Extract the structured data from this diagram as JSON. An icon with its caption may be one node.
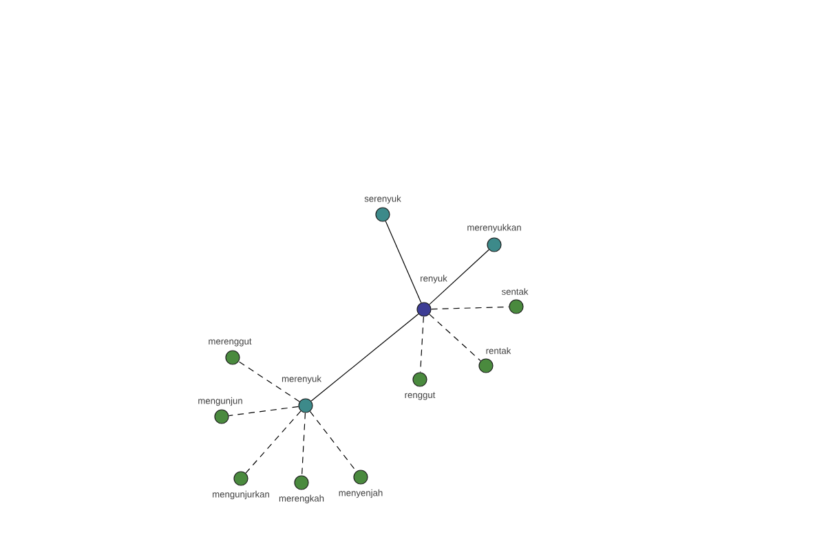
{
  "diagram": {
    "nodes": [
      {
        "text": [
          "renyuk"
        ]
      },
      {
        "text": [
          "serenyuk"
        ]
      },
      {
        "text": [
          "merenyukkan"
        ]
      },
      {
        "text": [
          "sentak"
        ]
      },
      {
        "text": [
          "rentak"
        ]
      },
      {
        "text": [
          "renggut"
        ]
      },
      {
        "text": [
          "merenyuk"
        ]
      },
      {
        "text": [
          "merenggut"
        ]
      },
      {
        "text": [
          "mengunjun"
        ]
      },
      {
        "text": [
          "mengunjurkan"
        ]
      },
      {
        "text": [
          "merengkah"
        ]
      },
      {
        "text": [
          "menyenjah"
        ]
      }
    ],
    "edges": [
      {
        "from": 0,
        "to": 1,
        "arrow": "none"
      },
      {
        "from": 0,
        "to": 2,
        "arrow": "none"
      },
      {
        "from": 0,
        "to": 3,
        "arrow": "none",
        "style": "dashed"
      },
      {
        "from": 0,
        "to": 4,
        "arrow": "none",
        "style": "dashed"
      },
      {
        "from": 0,
        "to": 5,
        "arrow": "none",
        "style": "dashed"
      },
      {
        "from": 0,
        "to": 6,
        "arrow": "none"
      },
      {
        "from": 6,
        "to": 7,
        "arrow": "none",
        "style": "dashed"
      },
      {
        "from": 6,
        "to": 8,
        "arrow": "none",
        "style": "dashed"
      },
      {
        "from": 6,
        "to": 9,
        "arrow": "none",
        "style": "dashed"
      },
      {
        "from": 6,
        "to": 10,
        "arrow": "none",
        "style": "dashed"
      },
      {
        "from": 6,
        "to": 11,
        "arrow": "none",
        "style": "dashed"
      }
    ]
  }
}
